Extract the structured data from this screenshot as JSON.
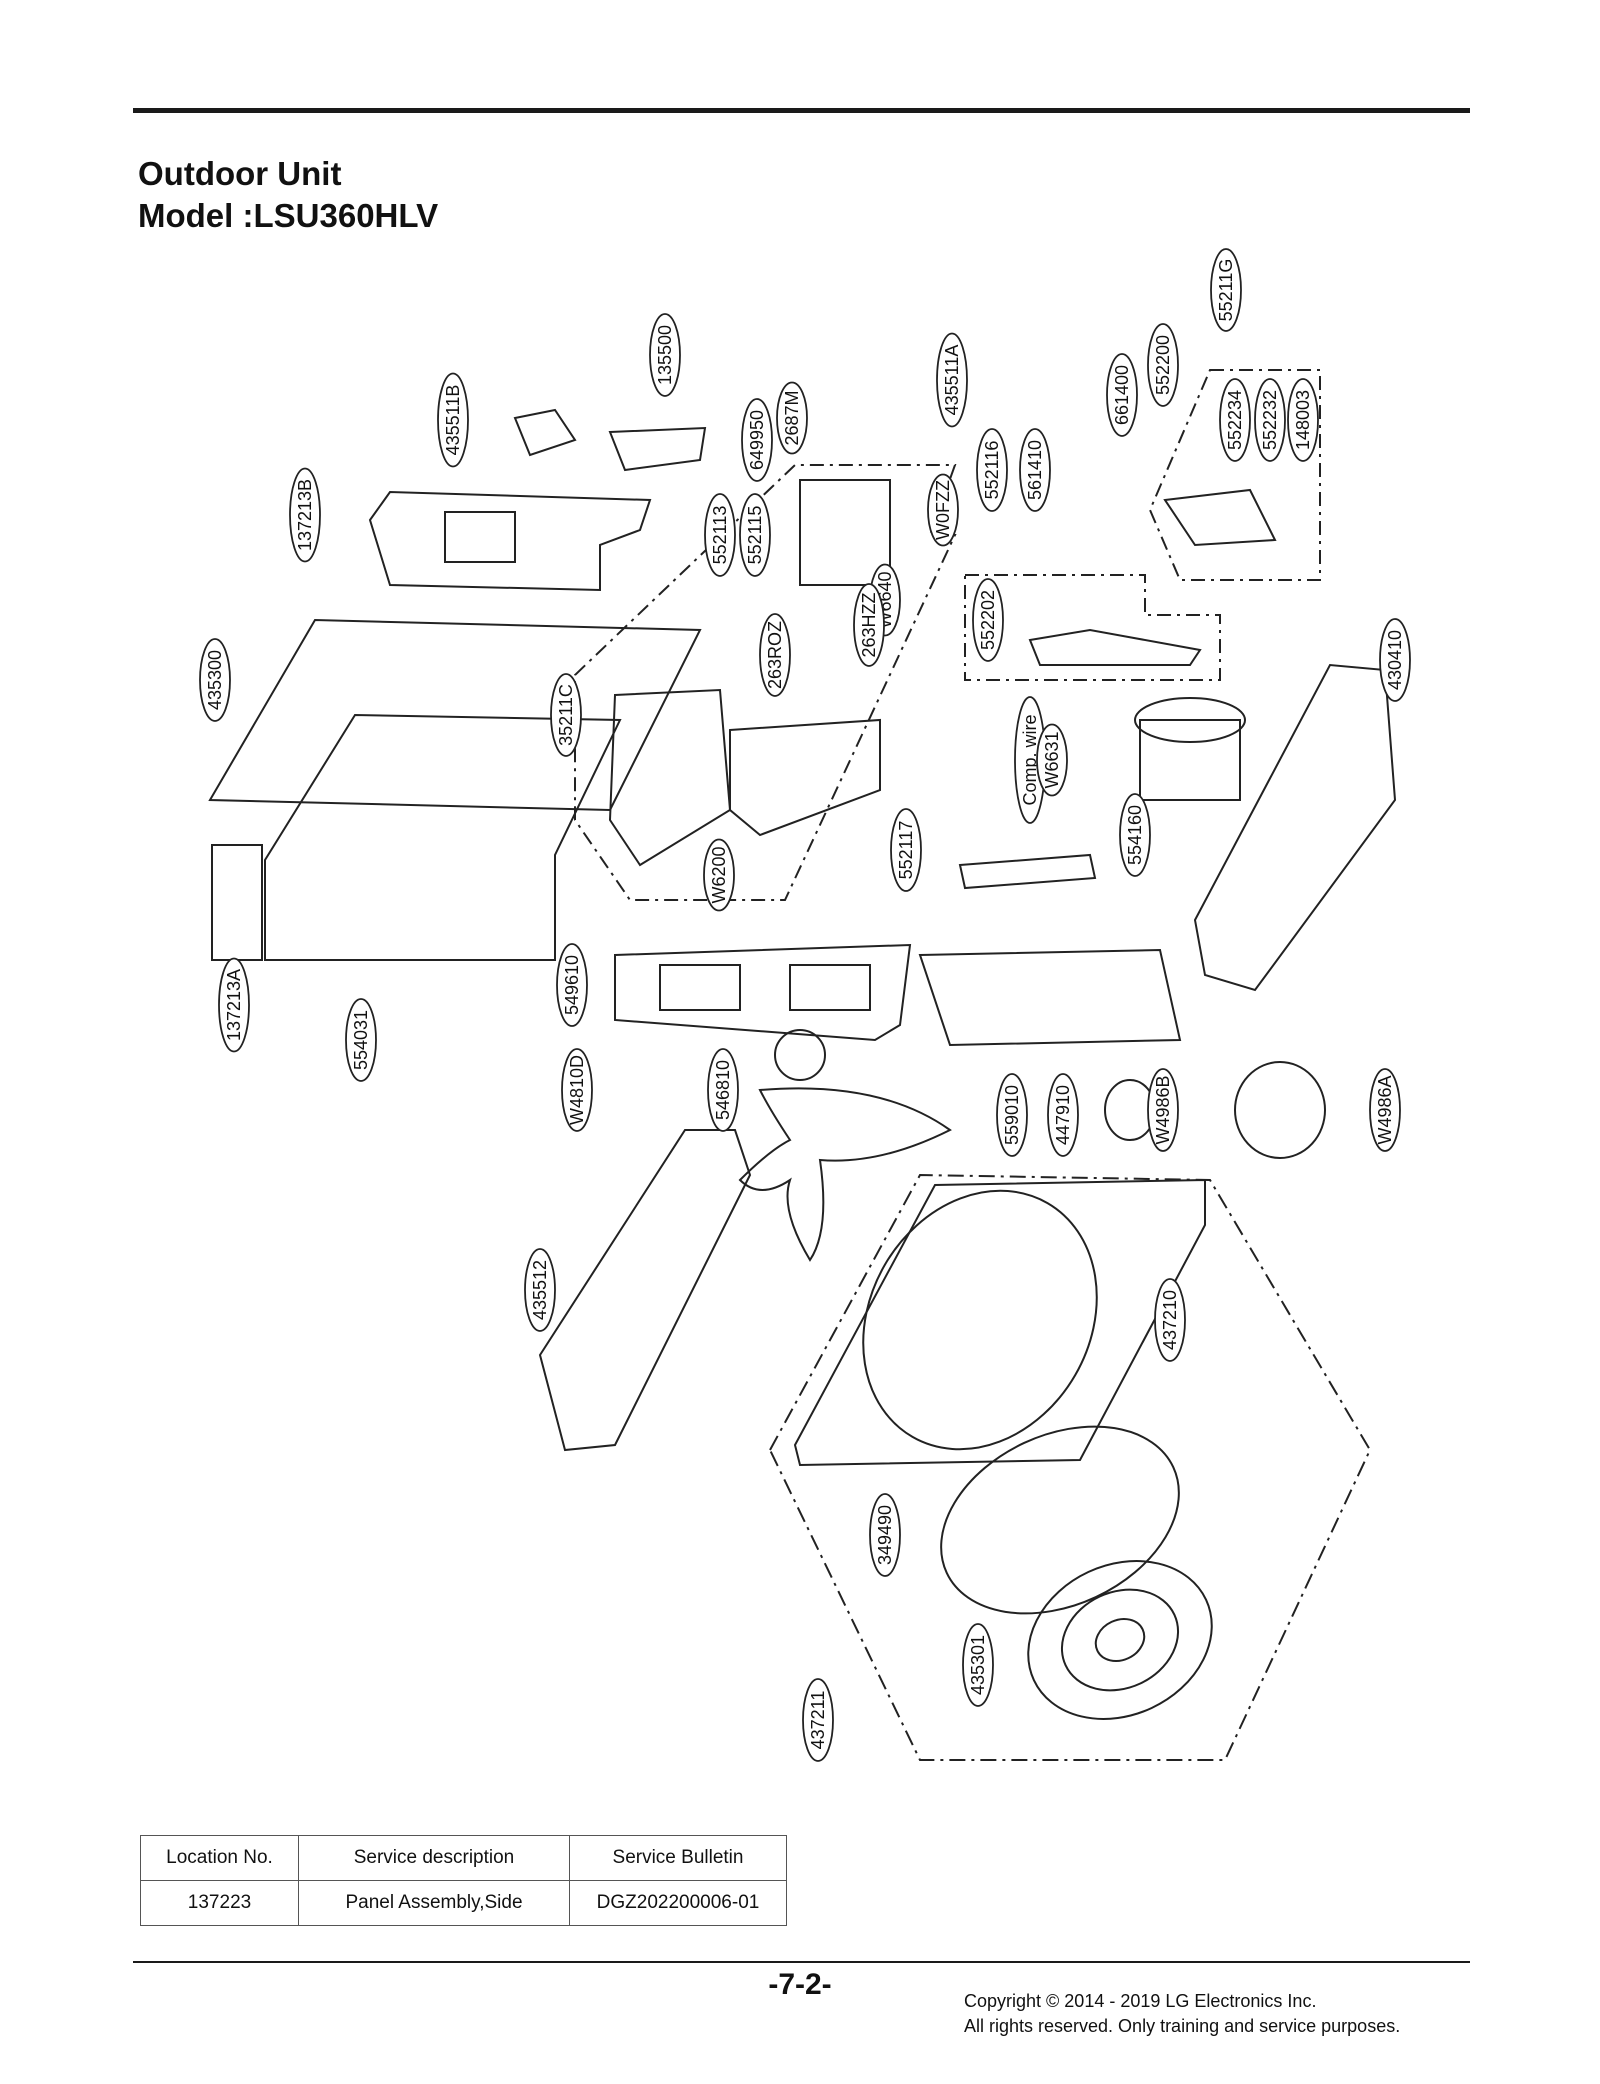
{
  "header": {
    "title_line1": "Outdoor Unit",
    "title_line2": "Model :LSU360HLV"
  },
  "part_labels": [
    "135500",
    "435511B",
    "137213B",
    "552113",
    "552115",
    "649950",
    "2687M",
    "435511A",
    "W0FZZ",
    "W6640",
    "263HZZ",
    "263ROZ",
    "552116",
    "561410",
    "661400",
    "552200",
    "55211G",
    "552234",
    "552232",
    "148003",
    "552202",
    "435300",
    "35211C",
    "430410",
    "Comp. wire",
    "W6631",
    "554160",
    "552117",
    "W6200",
    "137213A",
    "554031",
    "549610",
    "W4810D",
    "546810",
    "559010",
    "447910",
    "W4986B",
    "W4986A",
    "435512",
    "437210",
    "349490",
    "435301",
    "437211"
  ],
  "service_table": {
    "headers": [
      "Location No.",
      "Service description",
      "Service Bulletin"
    ],
    "rows": [
      [
        "137223",
        "Panel Assembly,Side",
        "DGZ202200006-01"
      ]
    ]
  },
  "footer": {
    "page_number": "-7-2-",
    "copyright_line1": "Copyright © 2014 - 2019 LG Electronics Inc.",
    "copyright_line2": "All rights reserved. Only training and service purposes."
  }
}
